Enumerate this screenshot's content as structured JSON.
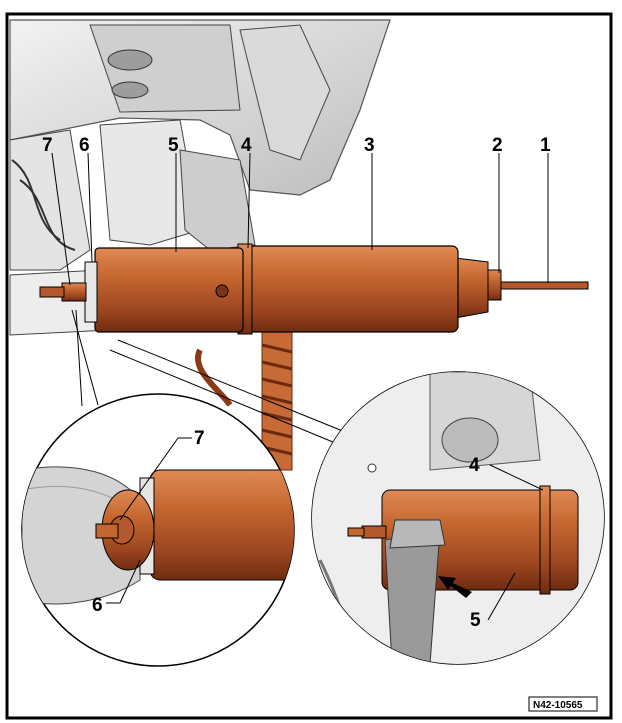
{
  "figure": {
    "reference_code": "N42-10565",
    "callouts": {
      "c1": "1",
      "c2": "2",
      "c3": "3",
      "c4": "4",
      "c5": "5",
      "c6": "6",
      "c7": "7",
      "detail_left_7": "7",
      "detail_left_6": "6",
      "detail_right_4": "4",
      "detail_right_5": "5"
    },
    "colors": {
      "tool_body": "#b4592d",
      "tool_highlight": "#d07a48",
      "tool_shadow": "#7a3416",
      "background_parts": "#d9d9d9",
      "outline": "#000000"
    }
  }
}
